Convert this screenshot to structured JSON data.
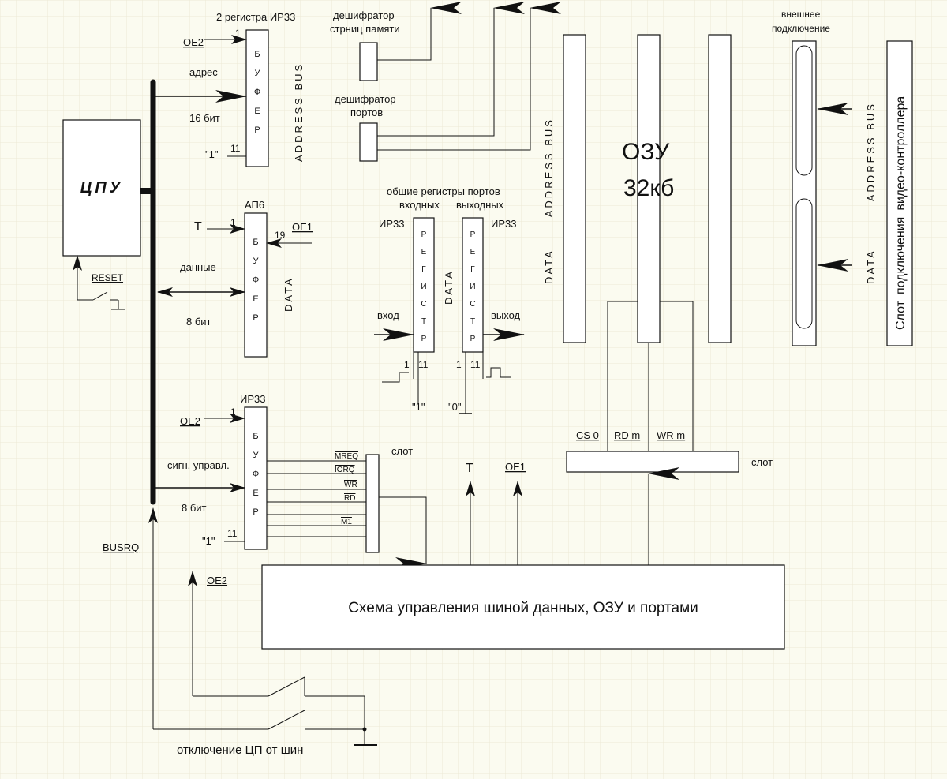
{
  "colors": {
    "background": "#fbfbf0",
    "grid": "#ecead6",
    "stroke": "#111111",
    "ram_text": "#2b7a7a",
    "slot_text": "#7a2b8a"
  },
  "cpu": {
    "label": "ЦПУ",
    "reset": "RESET"
  },
  "addr_buffer": {
    "title": "2 регистра ИР33",
    "enable": "OE2",
    "pin_top": "1",
    "pin_bottom": "11",
    "tie": "\"1\"",
    "name_letters": [
      "Б",
      "У",
      "Ф",
      "Е",
      "Р"
    ],
    "bus_label": "ADDRESS BUS",
    "line_label": "адрес",
    "width_label": "16 бит"
  },
  "data_buffer": {
    "title": "АП6",
    "dir": "T",
    "enable": "OE1",
    "pin_top": "1",
    "pin_right": "19",
    "name_letters": [
      "Б",
      "У",
      "Ф",
      "Е",
      "Р"
    ],
    "bus_label": "DATA",
    "line_label": "данные",
    "width_label": "8 бит"
  },
  "ctrl_buffer": {
    "title": "ИР33",
    "enable": "OE2",
    "pin_top": "1",
    "pin_bottom": "11",
    "tie": "\"1\"",
    "name_letters": [
      "Б",
      "У",
      "Ф",
      "Е",
      "Р"
    ],
    "line_label": "сигн. управл.",
    "width_label": "8 бит",
    "signals": [
      "MREQ",
      "IORQ",
      "WR",
      "RD",
      "M1"
    ],
    "slot_label": "слот"
  },
  "decoders": {
    "memory": "дешифратор стрниц памяти",
    "memory_line1": "дешифратор",
    "memory_line2": "стрниц памяти",
    "ports_line1": "дешифратор",
    "ports_line2": "портов"
  },
  "port_registers": {
    "heading": "общие регистры портов",
    "input_heading": "входных",
    "output_heading": "выходных",
    "input_chip": "ИР33",
    "output_chip": "ИР33",
    "letters": [
      "Р",
      "Е",
      "Г",
      "И",
      "С",
      "Т",
      "Р"
    ],
    "data_label": "DATA",
    "in_label": "вход",
    "out_label": "выход",
    "in_pins": [
      "1",
      "11"
    ],
    "out_pins": [
      "1",
      "11"
    ],
    "in_tie": "\"1\"",
    "out_tie": "\"0\""
  },
  "ram": {
    "label_line1": "ОЗУ",
    "label_line2": "32кб",
    "cs": "CS 0",
    "rd": "RD m",
    "wr": "WR m",
    "slot_label": "слот",
    "bus_data": "DATA",
    "bus_addr": "ADDRESS BUS"
  },
  "external": {
    "line1": "внешнее",
    "line2": "подключение",
    "bus_addr": "ADDRESS BUS",
    "bus_data": "DATA"
  },
  "video_slot": {
    "part1": "Слот",
    "part2": "подключения",
    "part3": "видео-контроллера"
  },
  "control_block": {
    "label": "Схема  управления шиной данных, ОЗУ и портами",
    "t_label": "T",
    "oe1_label": "OE1"
  },
  "busrq": {
    "label": "BUSRQ",
    "oe2": "OE2",
    "disconnect": "отключение ЦП от шин"
  }
}
